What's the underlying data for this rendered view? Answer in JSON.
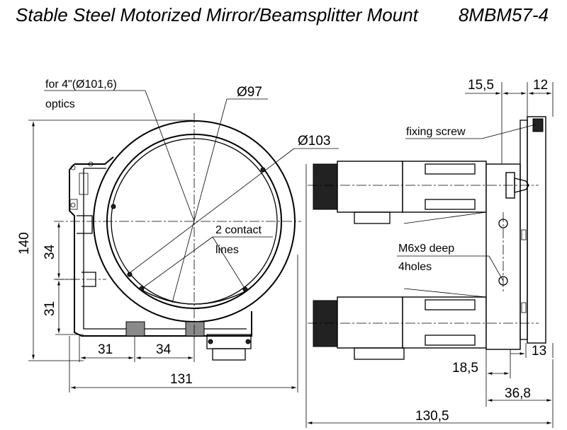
{
  "header": {
    "title": "Stable Steel Motorized Mirror/Beamsplitter Mount",
    "model": "8MBM57-4"
  },
  "front_view": {
    "optics_note_line1": "for 4\"(Ø101,6)",
    "optics_note_line2": "optics",
    "dia_97": "Ø97",
    "dia_103": "Ø103",
    "contact_line1": "2 contact",
    "contact_line2": "lines",
    "dim_140": "140",
    "dim_34_vertical": "34",
    "dim_31_vertical": "31",
    "dim_31_horizontal": "31",
    "dim_34_horizontal": "34",
    "dim_131": "131"
  },
  "side_view": {
    "dim_15_5": "15,5",
    "dim_12": "12",
    "fixing_screw": "fixing screw",
    "m6_line1": "M6x9 deep",
    "m6_line2": "4holes",
    "dim_13": "13",
    "dim_18_5": "18,5",
    "dim_36_8": "36,8",
    "dim_130_5": "130,5"
  }
}
